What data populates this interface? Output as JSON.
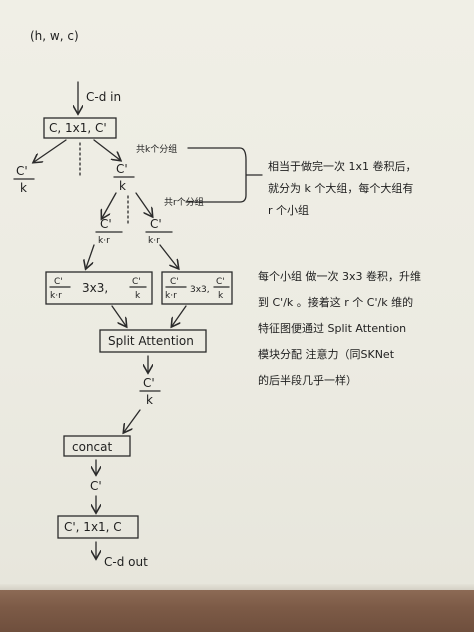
{
  "diagram": {
    "input_shape": "(h, w, c)",
    "cd_in": "C-d in",
    "conv_top": "C, 1x1, C'",
    "frac_c_over_k": {
      "num": "C'",
      "den": "k"
    },
    "frac_c_over_kr": {
      "num": "C'",
      "den": "k·r"
    },
    "label_k_groups": "共k个分组",
    "label_r_groups": "共r个分组",
    "conv3x3_mid": "3x3,",
    "split_attention": "Split Attention",
    "concat": "concat",
    "c_prime": "C'",
    "conv_bottom": "C', 1x1, C",
    "cd_out": "C-d out",
    "note1": [
      "相当于做完一次 1x1 卷积后，",
      "就分为 k 个大组，每个大组有",
      "r 个小组"
    ],
    "note2": [
      "每个小组 做一次 3x3 卷积，升维",
      "到 C'/k 。接着这 r 个 C'/k 维的",
      "特征图便通过 Split Attention",
      "模块分配 注意力（同SKNet",
      "的后半段几乎一样）"
    ]
  }
}
